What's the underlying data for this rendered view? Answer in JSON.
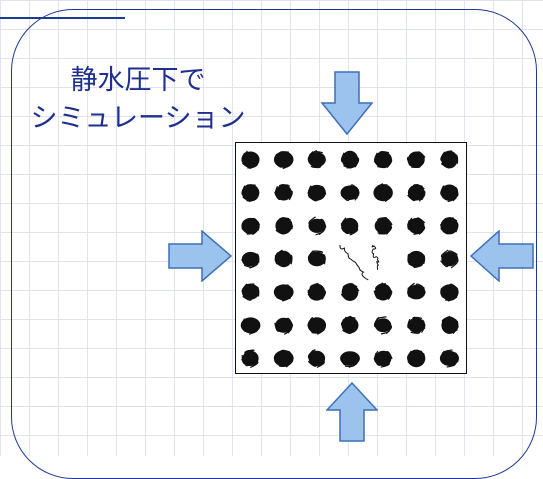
{
  "caption": {
    "line1": "静水圧下で",
    "line2": "シミュレーション"
  },
  "colors": {
    "frame": "#1f3a93",
    "caption_text": "#1f2f8f",
    "arrow_fill": "#9cc3ee",
    "arrow_stroke": "#3f6fb5",
    "blob": "#111111"
  },
  "arrows": {
    "top": "arrow-down-icon",
    "bottom": "arrow-up-icon",
    "left": "arrow-right-icon",
    "right": "arrow-left-icon"
  },
  "simulation": {
    "rows": 7,
    "cols": 7,
    "empty_cells": [
      [
        3,
        3
      ],
      [
        3,
        4
      ]
    ]
  }
}
